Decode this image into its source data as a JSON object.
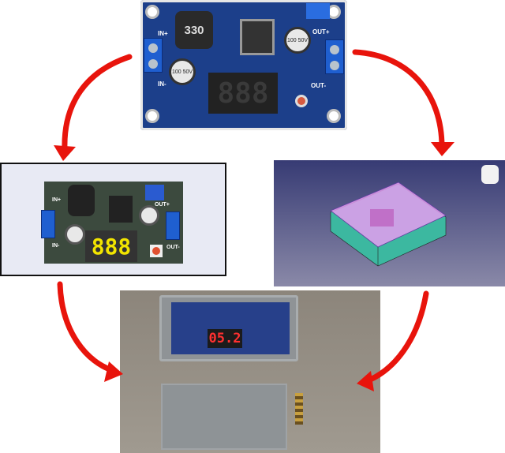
{
  "top_board": {
    "inductor": "330",
    "display": "888",
    "in_plus": "IN+",
    "in_minus": "IN-",
    "out_plus": "OUT+",
    "out_minus": "OUT-",
    "cap_left": "100 50V",
    "cap_right": "100 50V"
  },
  "render_board": {
    "display": "888",
    "in_plus": "IN+",
    "in_minus": "IN-",
    "out_plus": "OUT+",
    "out_minus": "OUT-"
  },
  "cad_view": {
    "icon": "navigation-cube-icon"
  },
  "photo": {
    "display": "05.2"
  },
  "colors": {
    "arrow": "#e8140c",
    "pcb_blue": "#1c3f8a",
    "cad_bg": "#373b74"
  }
}
